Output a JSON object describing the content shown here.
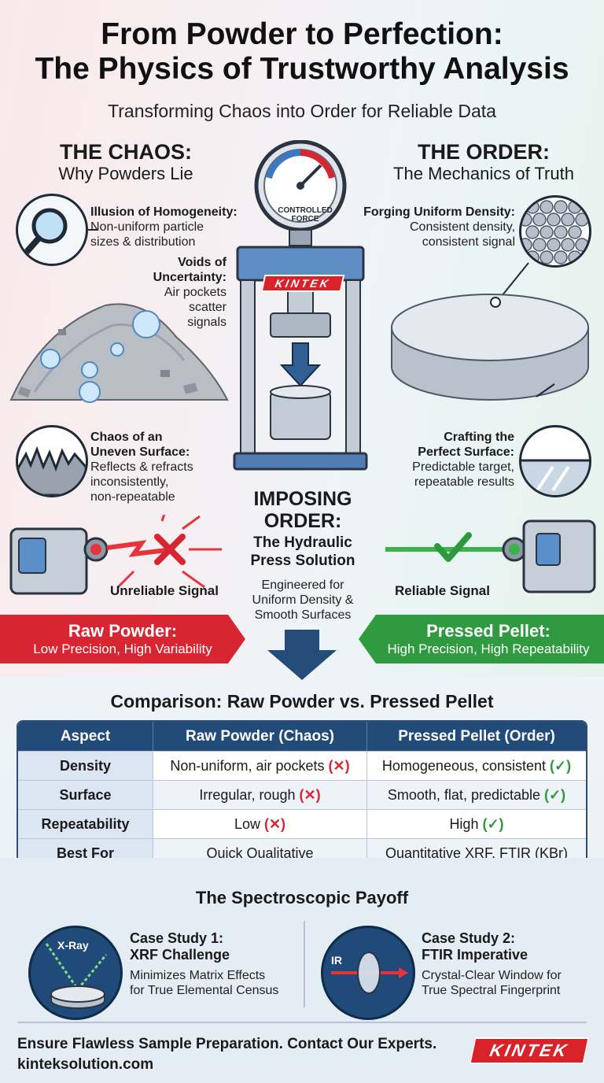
{
  "header": {
    "title_line1": "From Powder to Perfection:",
    "title_line2": "The Physics of Trustworthy Analysis",
    "subtitle": "Transforming Chaos into Order for Reliable Data"
  },
  "chaos": {
    "heading": "THE CHAOS:",
    "subheading": "Why Powders Lie",
    "item1_title": "Illusion of Homogeneity:",
    "item1_text_l1": "Non-uniform particle",
    "item1_text_l2": "sizes & distribution",
    "item2_title_l1": "Voids of",
    "item2_title_l2": "Uncertainty:",
    "item2_text_l1": "Air pockets",
    "item2_text_l2": "scatter",
    "item2_text_l3": "signals",
    "item3_title_l1": "Chaos of an",
    "item3_title_l2": "Uneven Surface:",
    "item3_text_l1": "Reflects & refracts",
    "item3_text_l2": "inconsistently,",
    "item3_text_l3": "non-repeatable",
    "signal_label": "Unreliable Signal",
    "icon": "magnifier-icon"
  },
  "order": {
    "heading": "THE ORDER:",
    "subheading": "The Mechanics of Truth",
    "item1_title": "Forging Uniform Density:",
    "item1_text_l1": "Consistent density,",
    "item1_text_l2": "consistent signal",
    "item2_title_l1": "Crafting the",
    "item2_title_l2": "Perfect Surface:",
    "item2_text_l1": "Predictable target,",
    "item2_text_l2": "repeatable results",
    "signal_label": "Reliable Signal"
  },
  "press": {
    "gauge_label_l1": "CONTROLLED",
    "gauge_label_l2": "FORCE",
    "brand": "KINTEK",
    "heading_l1": "IMPOSING",
    "heading_l2": "ORDER:",
    "sub_l1": "The Hydraulic",
    "sub_l2": "Press Solution",
    "text_l1": "Engineered for",
    "text_l2": "Uniform Density &",
    "text_l3": "Smooth Surfaces"
  },
  "banners": {
    "left_title": "Raw Powder:",
    "left_text": "Low Precision, High Variability",
    "left_color": "#d72631",
    "right_title": "Pressed Pellet:",
    "right_text": "High Precision, High Repeatability",
    "right_color": "#2f9a3f"
  },
  "comparison": {
    "title": "Comparison: Raw Powder vs. Pressed Pellet",
    "headers": [
      "Aspect",
      "Raw Powder (Chaos)",
      "Pressed Pellet (Order)"
    ],
    "rows": [
      {
        "aspect": "Density",
        "raw": "Non-uniform, air pockets",
        "raw_mark": "(✕)",
        "pellet": "Homogeneous, consistent",
        "pellet_mark": "(✓)"
      },
      {
        "aspect": "Surface",
        "raw": "Irregular, rough",
        "raw_mark": "(✕)",
        "pellet": "Smooth, flat, predictable",
        "pellet_mark": "(✓)"
      },
      {
        "aspect": "Repeatability",
        "raw": "Low",
        "raw_mark": "(✕)",
        "pellet": "High",
        "pellet_mark": "(✓)"
      },
      {
        "aspect": "Best For",
        "raw": "Quick Qualitative",
        "raw_mark": "",
        "pellet": "Quantitative XRF, FTIR (KBr)",
        "pellet_mark": ""
      }
    ]
  },
  "payoff": {
    "title": "The Spectroscopic Payoff",
    "case1_icon_label": "X-Ray",
    "case1_title_l1": "Case Study 1:",
    "case1_title_l2": "XRF Challenge",
    "case1_text_l1": "Minimizes Matrix Effects",
    "case1_text_l2": "for True Elemental Census",
    "case2_icon_label": "IR",
    "case2_title_l1": "Case Study 2:",
    "case2_title_l2": "FTIR Imperative",
    "case2_text_l1": "Crystal-Clear Window for",
    "case2_text_l2": "True Spectral Fingerprint"
  },
  "footer": {
    "cta": "Ensure Flawless Sample Preparation. Contact Our Experts.",
    "url": "kinteksolution.com",
    "logo": "KINTEK"
  }
}
